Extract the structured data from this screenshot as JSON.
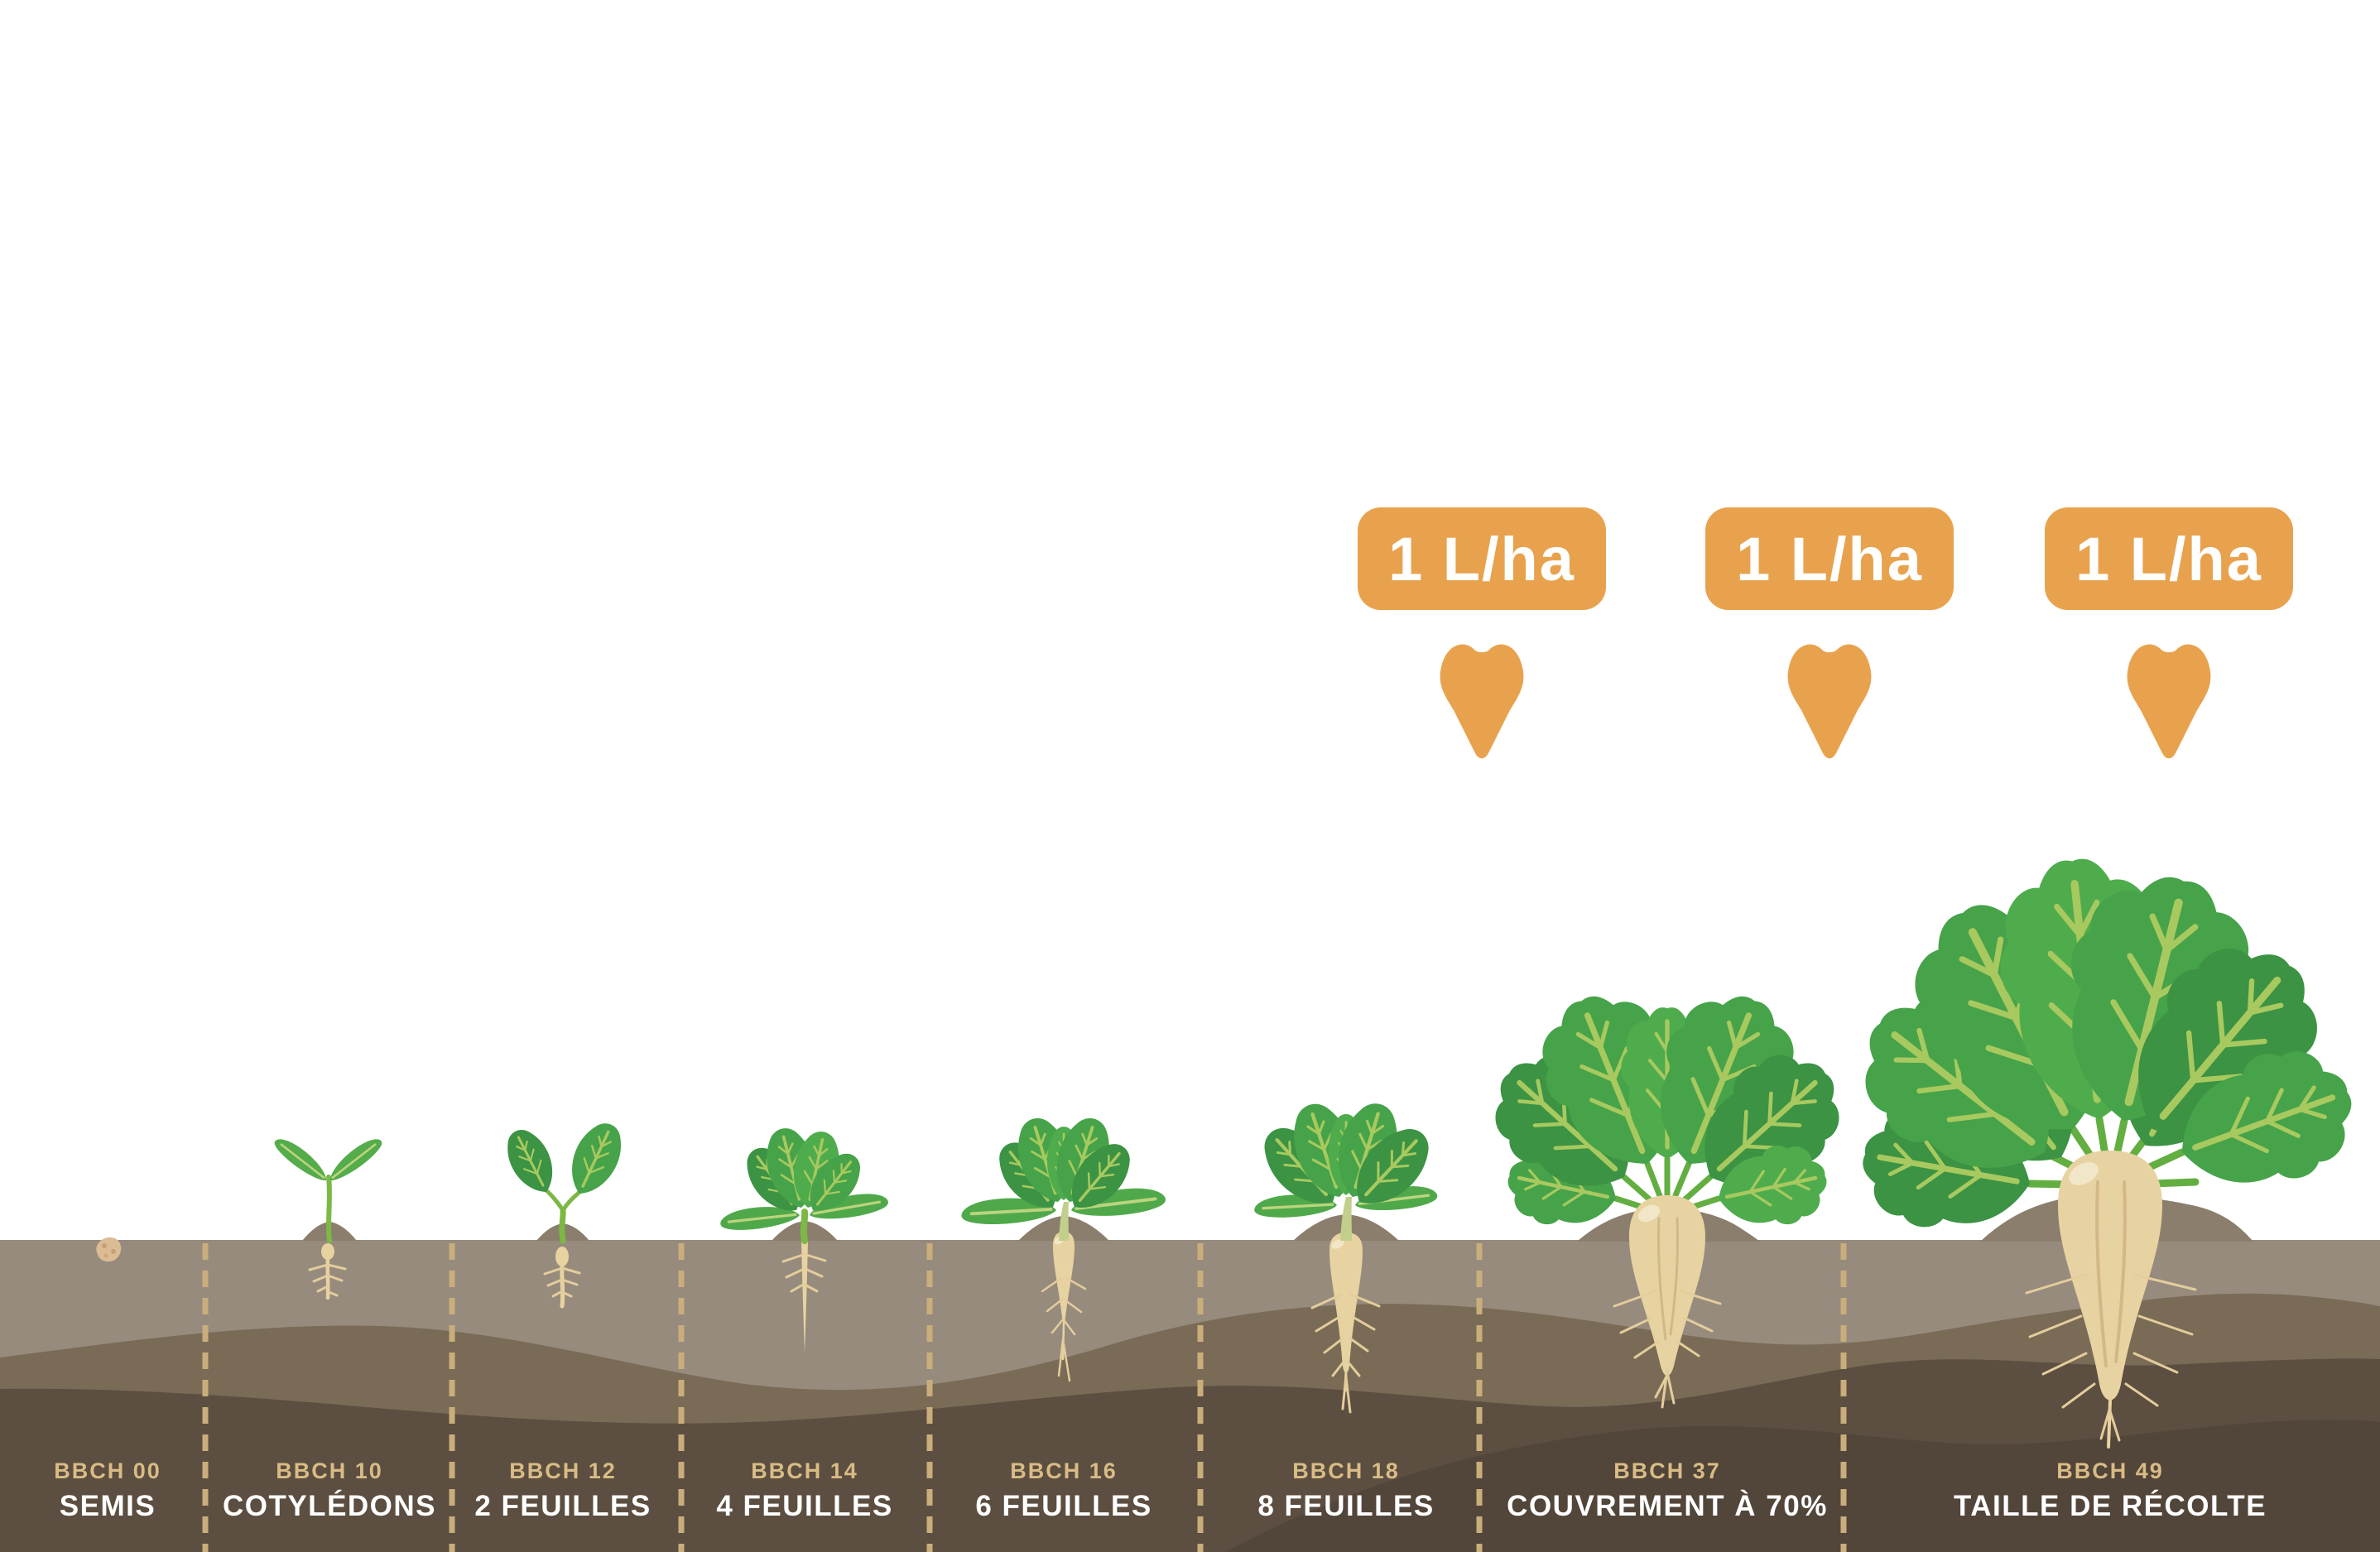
{
  "stages": [
    {
      "code": "BBCH 00",
      "name": "SEMIS"
    },
    {
      "code": "BBCH 10",
      "name": "COTYLÉDONS"
    },
    {
      "code": "BBCH 12",
      "name": "2 FEUILLES"
    },
    {
      "code": "BBCH 14",
      "name": "4 FEUILLES"
    },
    {
      "code": "BBCH 16",
      "name": "6 FEUILLES"
    },
    {
      "code": "BBCH 18",
      "name": "8 FEUILLES"
    },
    {
      "code": "BBCH 37",
      "name": "COUVREMENT À 70%"
    },
    {
      "code": "BBCH 49",
      "name": "TAILLE DE RÉCOLTE"
    }
  ],
  "applications": [
    {
      "rate": "1 L/ha"
    },
    {
      "rate": "1 L/ha"
    },
    {
      "rate": "1 L/ha"
    }
  ],
  "colors": {
    "badge_orange": "#E8A24E",
    "soil_top_band": "#978B7D",
    "soil_mid_band": "#7A6B56",
    "soil_dark_band": "#5C4E40",
    "soil_deepest_band": "#52453A",
    "soil_mound": "#8B7E6D",
    "divider_dash": "#C9AE7C",
    "stage_code_text": "#D9BC85",
    "stage_name_text": "#FFFFFF",
    "leaf_green": "#46A349",
    "leaf_vein": "#A8C95F",
    "root_cream": "#E7D3A1"
  }
}
